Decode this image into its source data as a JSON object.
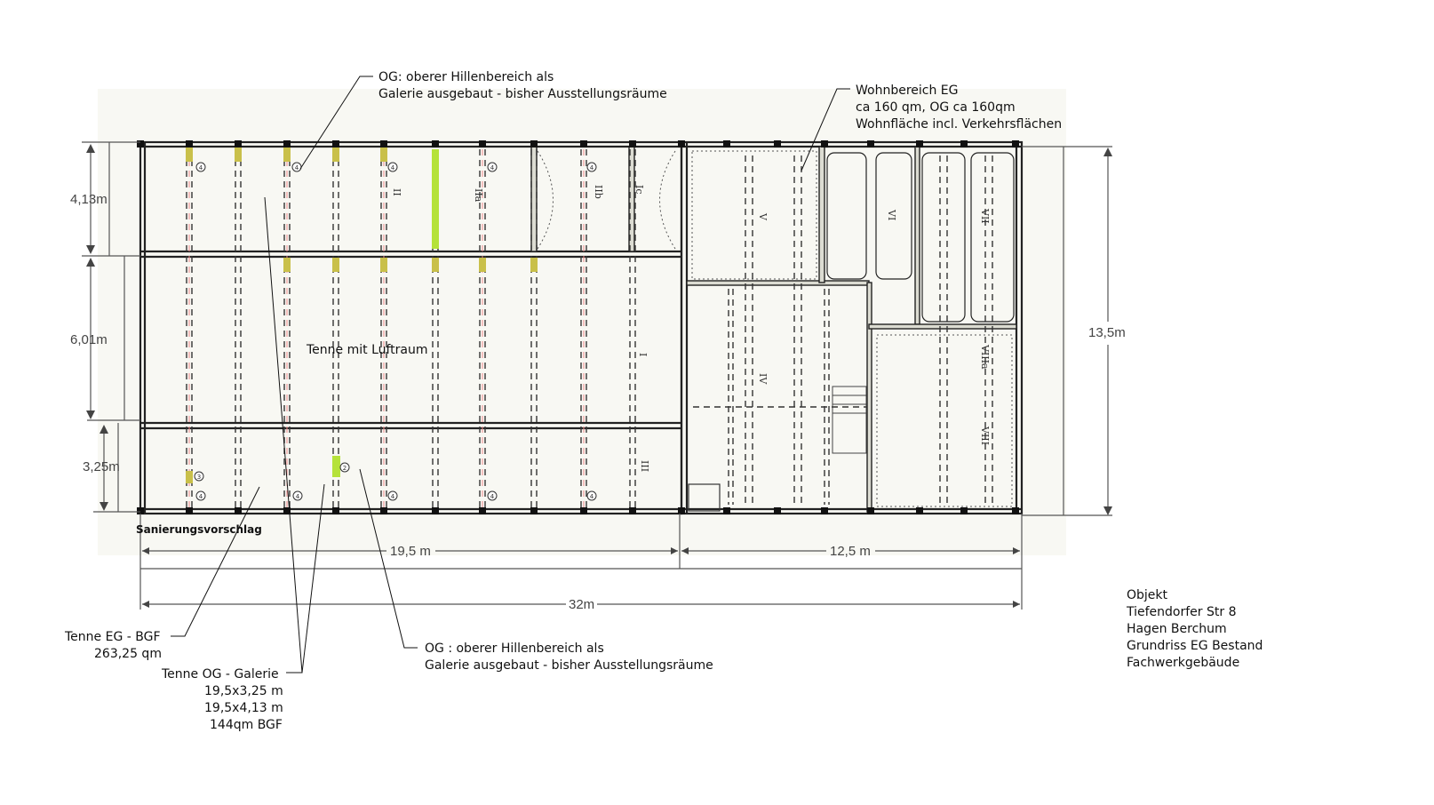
{
  "annotations": {
    "og_top": [
      "OG: oberer Hillenbereich als",
      "Galerie ausgebaut - bisher Ausstellungsräume"
    ],
    "wohnbereich": [
      "Wohnbereich EG",
      "ca 160 qm,  OG ca 160qm",
      "Wohnfläche incl. Verkehrsflächen"
    ],
    "tenne_center": "Tenne mit Luftraum",
    "sanierung": "Sanierungsvorschlag",
    "tenne_eg": [
      "Tenne EG - BGF",
      "263,25 qm"
    ],
    "tenne_og": [
      "Tenne OG - Galerie",
      "19,5x3,25 m",
      "19,5x4,13 m",
      "144qm BGF"
    ],
    "og_bottom": [
      "OG : oberer Hillenbereich als",
      "Galerie ausgebaut - bisher Ausstellungsräume"
    ],
    "objekt": [
      "Objekt",
      "Tiefendorfer Str 8",
      "Hagen Berchum",
      "Grundriss EG  Bestand",
      "Fachwerkgebäude"
    ]
  },
  "dimensions": {
    "d413": "4,13m",
    "d601": "6,01m",
    "d325": "3,25m",
    "d135": "13,5m",
    "d195": "19,5 m",
    "d125": "12,5 m",
    "d32": "32m"
  },
  "rooms": [
    "II",
    "IIa",
    "IIb",
    "Ic",
    "I",
    "III",
    "V",
    "VI",
    "VII",
    "IV",
    "VIIIa",
    "VIII"
  ],
  "markers": [
    "4",
    "3",
    "2"
  ],
  "colors": {
    "highlight_green": "#b5e23a",
    "highlight_olive": "#c9c04a",
    "red_line": "#e88888"
  }
}
